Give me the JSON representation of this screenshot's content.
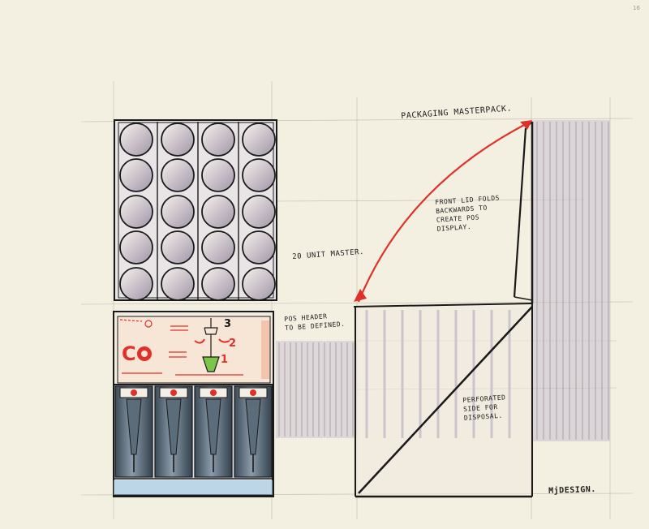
{
  "page_number": "16",
  "labels": {
    "packaging_title": "PACKAGING MASTERPACK.",
    "unit_master": "20 UNIT MASTER.",
    "front_lid_note": "FRONT LID FOLDS\nBACKWARDS TO\nCREATE POS\nDISPLAY.",
    "pos_header": "POS HEADER\nTO BE DEFINED.",
    "perforated_note": "PERFORATED\nSIDE FOR\nDISPOSAL.",
    "signature": "MjDESIGN."
  },
  "header_graphic": {
    "logo_text": "C",
    "steps": [
      "3",
      "2",
      "1"
    ]
  },
  "colors": {
    "paper": "#f4f0e1",
    "ink": "#1a1a1a",
    "red_marker": "#e0302a",
    "lavender_marker": "#c9bfd0",
    "peach_marker": "#f2dccb",
    "green_marker": "#7cc44a"
  }
}
